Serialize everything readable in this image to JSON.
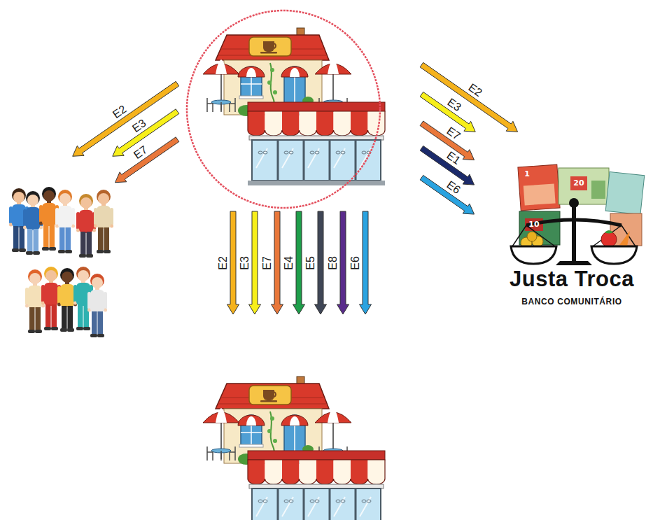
{
  "diagram": {
    "nodes": [
      {
        "text": []
      },
      {
        "text": []
      },
      {
        "text": [
          "Justa Troca",
          "BANCO COMUNITÁRIO"
        ]
      },
      {
        "text": []
      }
    ],
    "edges": [
      {
        "from": 0,
        "to": 1,
        "label": "E2",
        "arrow": "to"
      },
      {
        "from": 0,
        "to": 1,
        "label": "E3",
        "arrow": "to"
      },
      {
        "from": 0,
        "to": 1,
        "label": "E7",
        "arrow": "to"
      },
      {
        "from": 0,
        "to": 2,
        "label": "E2",
        "arrow": "to"
      },
      {
        "from": 0,
        "to": 2,
        "label": "E3",
        "arrow": "to"
      },
      {
        "from": 0,
        "to": 2,
        "label": "E7",
        "arrow": "to"
      },
      {
        "from": 0,
        "to": 2,
        "label": "E1",
        "arrow": "to"
      },
      {
        "from": 0,
        "to": 2,
        "label": "E6",
        "arrow": "to"
      },
      {
        "from": 0,
        "to": 3,
        "label": "E2",
        "arrow": "to"
      },
      {
        "from": 0,
        "to": 3,
        "label": "E3",
        "arrow": "to"
      },
      {
        "from": 0,
        "to": 3,
        "label": "E7",
        "arrow": "to"
      },
      {
        "from": 0,
        "to": 3,
        "label": "E4",
        "arrow": "to"
      },
      {
        "from": 0,
        "to": 3,
        "label": "E5",
        "arrow": "to"
      },
      {
        "from": 0,
        "to": 3,
        "label": "E8",
        "arrow": "to"
      },
      {
        "from": 0,
        "to": 3,
        "label": "E6",
        "arrow": "to"
      }
    ],
    "labels": [
      "1",
      "20",
      "10"
    ]
  }
}
